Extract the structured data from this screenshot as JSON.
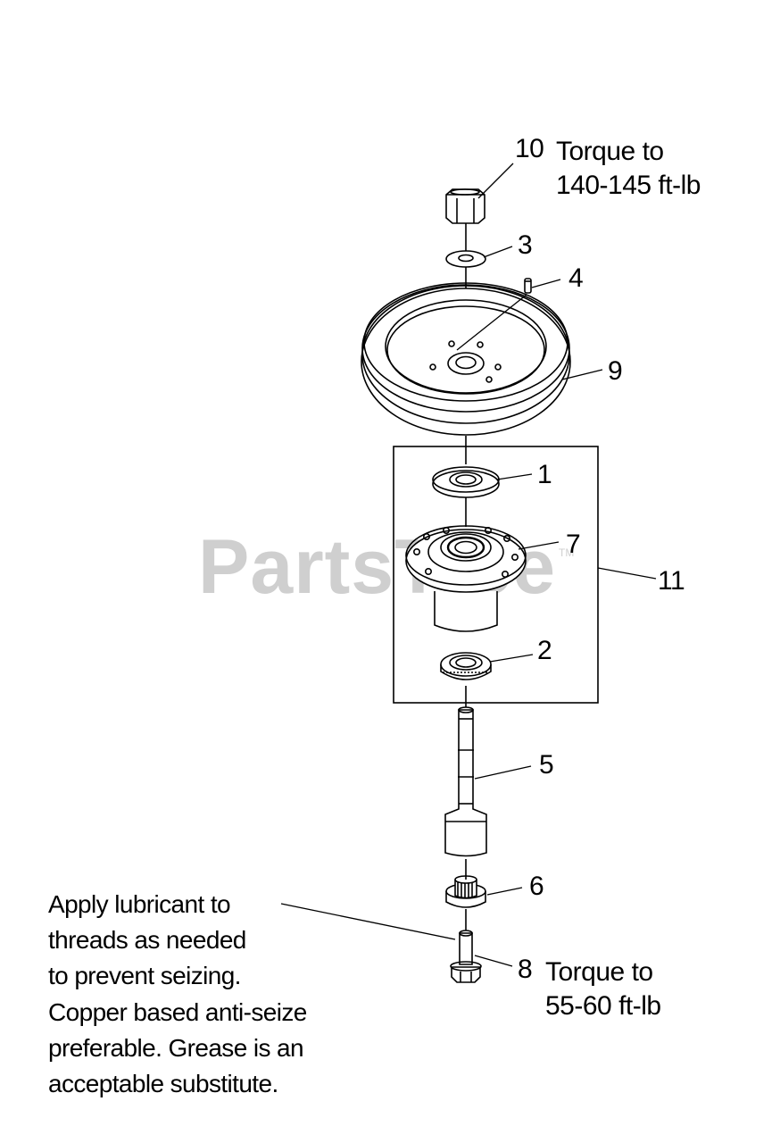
{
  "watermark": {
    "text": "PartsTree",
    "mark": "TM"
  },
  "callouts": {
    "c10": "10",
    "c3": "3",
    "c4": "4",
    "c9": "9",
    "c1": "1",
    "c7": "7",
    "c11": "11",
    "c2": "2",
    "c5": "5",
    "c6": "6",
    "c8": "8"
  },
  "torque_notes": {
    "item10": [
      "Torque to",
      "140-145 ft-lb"
    ],
    "item8": [
      "Torque to",
      "55-60 ft-lb"
    ]
  },
  "lubricant_note": [
    "Apply lubricant to",
    "threads as needed",
    "to prevent seizing.",
    "Copper based anti-seize",
    "preferable. Grease is an",
    "acceptable substitute."
  ]
}
